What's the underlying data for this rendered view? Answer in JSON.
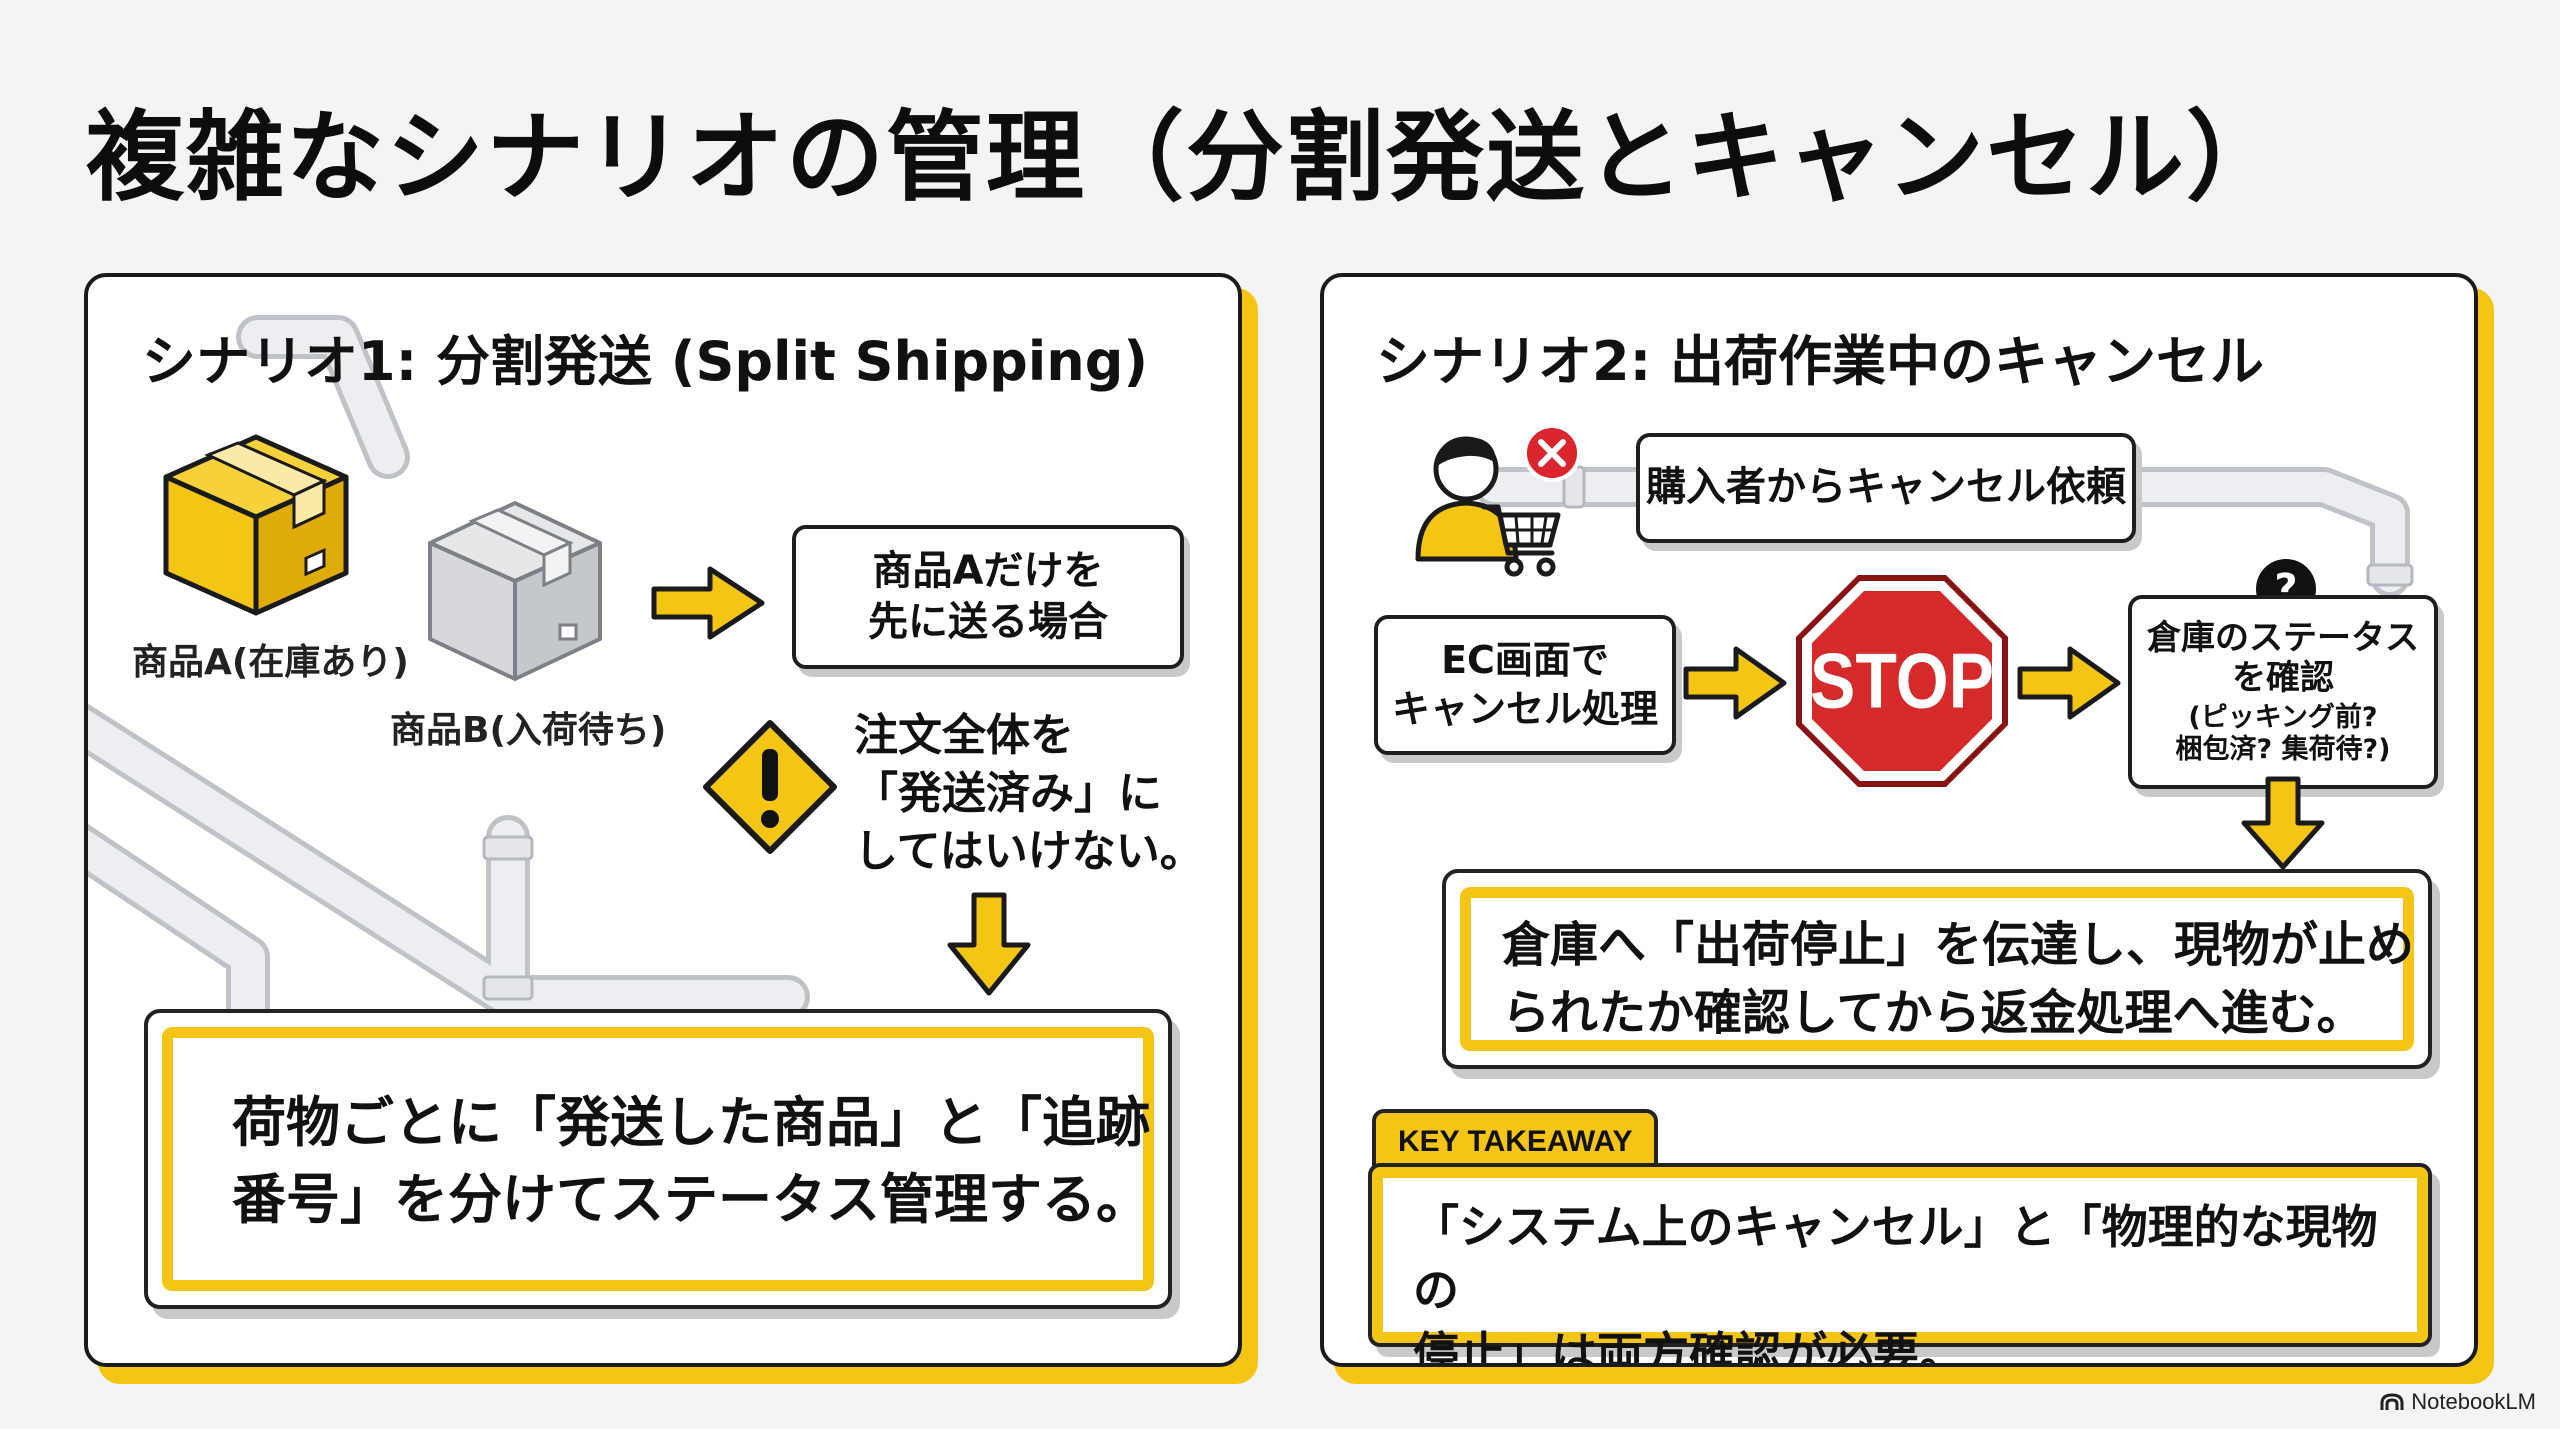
{
  "title": "複雑なシナリオの管理（分割発送とキャンセル）",
  "scenario1": {
    "heading": "シナリオ1: 分割発送 (Split Shipping)",
    "item_a_label": "商品A(在庫あり)",
    "item_b_label": "商品B(入荷待ち)",
    "case_line1": "商品Aだけを",
    "case_line2": "先に送る場合",
    "warning_line1": "注文全体を",
    "warning_line2": "「発送済み」に",
    "warning_line3": "してはいけない。",
    "conclusion_line1": "荷物ごとに「発送した商品」と「追跡",
    "conclusion_line2": "番号」を分けてステータス管理する。"
  },
  "scenario2": {
    "heading": "シナリオ2: 出荷作業中のキャンセル",
    "request_label": "購入者からキャンセル依頼",
    "ec_line1": "EC画面で",
    "ec_line2": "キャンセル処理",
    "stop_text": "STOP",
    "question_mark": "?",
    "warehouse_line1": "倉庫のステータス",
    "warehouse_line2": "を確認",
    "warehouse_line3": "(ピッキング前?",
    "warehouse_line4": "梱包済? 集荷待?)",
    "result_line1": "倉庫へ「出荷停止」を伝達し、現物が止め",
    "result_line2": "られたか確認してから返金処理へ進む。",
    "takeaway_tag": "KEY TAKEAWAY",
    "takeaway_line1": "「システム上のキャンセル」と「物理的な現物の",
    "takeaway_line2": "停止」は両方確認が必要。"
  },
  "brand": "NotebookLM",
  "colors": {
    "accent_yellow": "#f4c514",
    "stop_red": "#d42a2a",
    "error_red": "#d9252b",
    "ink": "#111111"
  },
  "icons": [
    "box-icon",
    "arrow-right-icon",
    "arrow-down-icon",
    "warning-icon",
    "person-icon",
    "cancel-icon",
    "cart-icon",
    "stop-sign-icon",
    "question-icon",
    "notebooklm-logo-icon"
  ]
}
